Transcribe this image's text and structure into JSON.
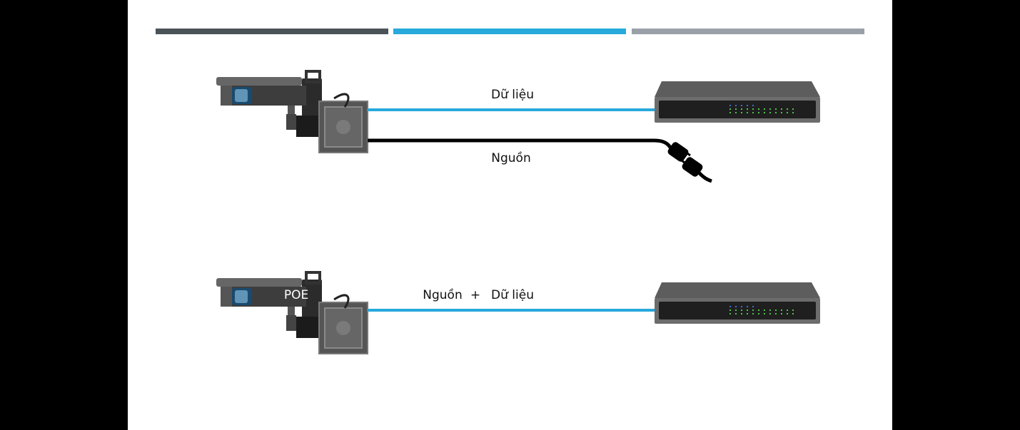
{
  "colors": {
    "bar1": "#4a5358",
    "bar2": "#27a9dc",
    "bar3": "#9aa0a8",
    "data_cable": "#27a9dc",
    "power_cable": "#000000",
    "switch_body": "#6a6a6a",
    "switch_panel": "#1e1e1e",
    "led_blue": "#3f6fd6",
    "led_green": "#4cc24c"
  },
  "top_diagram": {
    "data_label": "Dữ liệu",
    "power_label": "Nguồn"
  },
  "bottom_diagram": {
    "camera_label": "POE",
    "power_label": "Nguồn",
    "plus_sign": "+",
    "data_label": "Dữ liệu"
  }
}
